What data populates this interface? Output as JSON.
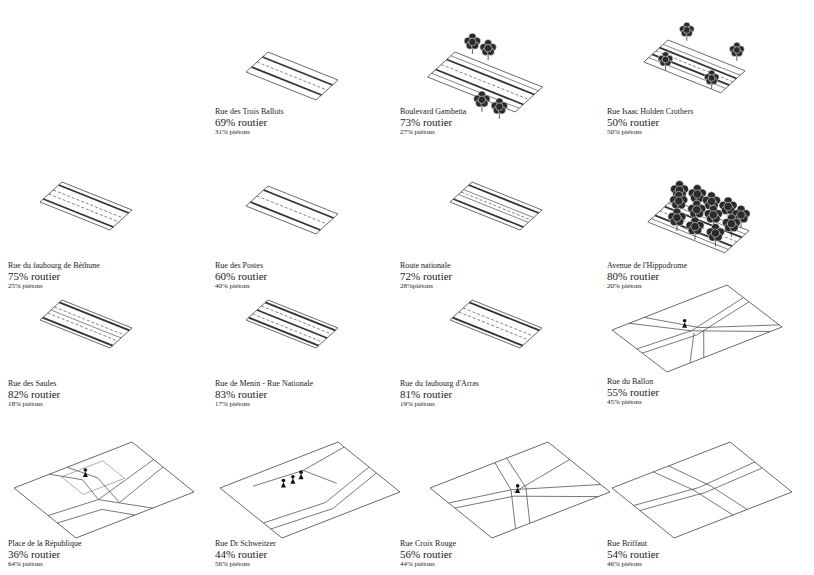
{
  "diagram": {
    "labels": [
      "Rue des Trois Ballots",
      "69% routier",
      "31% piétons",
      "Boulevard Gambetta",
      "73% routier",
      "27% piétons",
      "Rue Isaac Holden Crothers",
      "50% routier",
      "50% piétons",
      "Rue du faubourg de Béthune",
      "75% routier",
      "25% piétons",
      "Rue des Postes",
      "60% routier",
      "40% piétons",
      "Route nationale",
      "72% routier",
      "28%piétons",
      "Avenue de l'Hippodrome",
      "80% routier",
      "20% piétons",
      "Rue des Saules",
      "82% routier",
      "18% piétons",
      "Rue de Menin - Rue Nationale",
      "83% routier",
      "17% piétons",
      "Rue du faubourg d'Arras",
      "81% routier",
      "19% piétons",
      "Rue du Ballon",
      "55% routier",
      "45% piétons",
      "Place de la République",
      "36% routier",
      "64% piétons",
      "Rue Dr Schweitzer",
      "44% routier",
      "56% piétons",
      "Rue Croix Rouge",
      "56% routier",
      "44% piétons",
      "Rue Briffaut",
      "54% routier",
      "46% piétons"
    ]
  }
}
